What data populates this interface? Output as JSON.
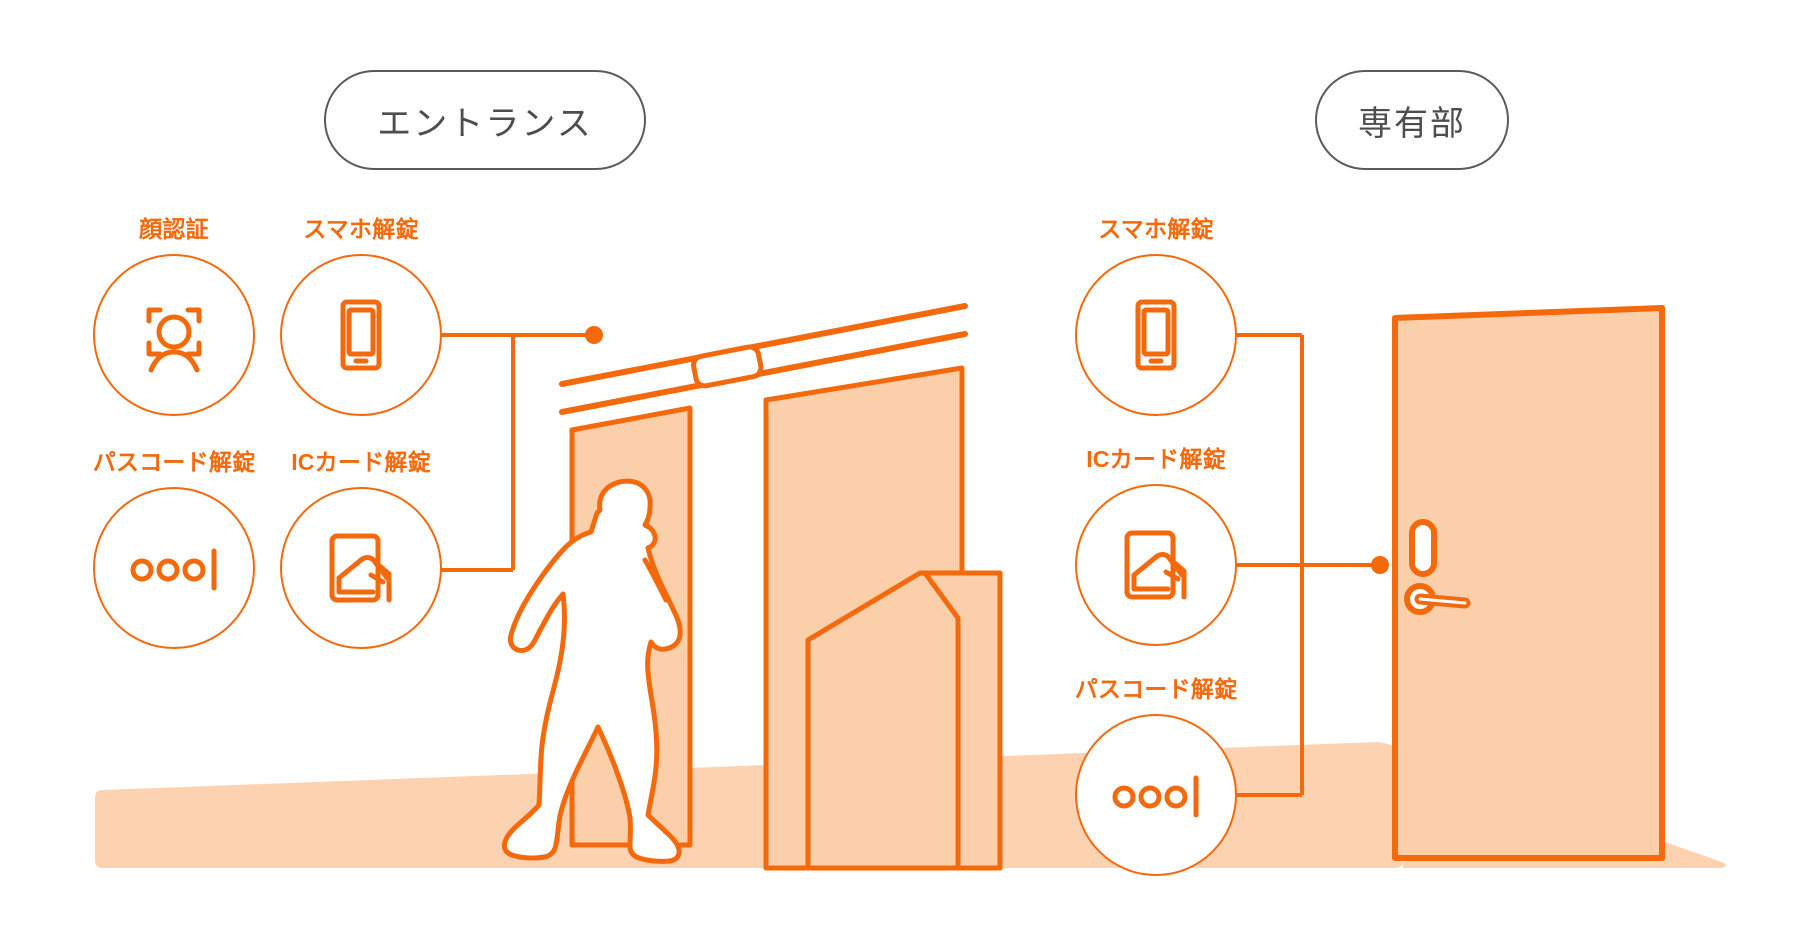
{
  "palette": {
    "stroke_orange": "#F4690B",
    "fill_peach": "#FCCFAB",
    "ground_peach": "#FCD2B0",
    "badge_border": "#5a5a5a",
    "badge_text": "#4d4d4d",
    "white": "#FFFFFF"
  },
  "zones": [
    {
      "id": "entrance",
      "label": "エントランス"
    },
    {
      "id": "private",
      "label": "専有部"
    }
  ],
  "entrance_methods": [
    {
      "id": "face",
      "label": "顔認証",
      "icon": "face-scan-icon",
      "connected": false
    },
    {
      "id": "smartphone",
      "label": "スマホ解錠",
      "icon": "smartphone-icon",
      "connected": true
    },
    {
      "id": "passcode",
      "label": "パスコード解錠",
      "icon": "passcode-icon",
      "connected": false
    },
    {
      "id": "iccard",
      "label": "ICカード解錠",
      "icon": "ic-card-hand-icon",
      "connected": true
    }
  ],
  "private_methods": [
    {
      "id": "smartphone",
      "label": "スマホ解錠",
      "icon": "smartphone-icon",
      "connected": true
    },
    {
      "id": "iccard",
      "label": "ICカード解錠",
      "icon": "ic-card-hand-icon",
      "connected": true
    },
    {
      "id": "passcode",
      "label": "パスコード解錠",
      "icon": "passcode-icon",
      "connected": true
    }
  ],
  "scene": {
    "entrance_scene": "automatic-sliding-door-with-walking-person-and-card-reader-kiosk",
    "private_scene": "apartment-unit-door-with-cylinder-lock-and-lever-handle"
  }
}
